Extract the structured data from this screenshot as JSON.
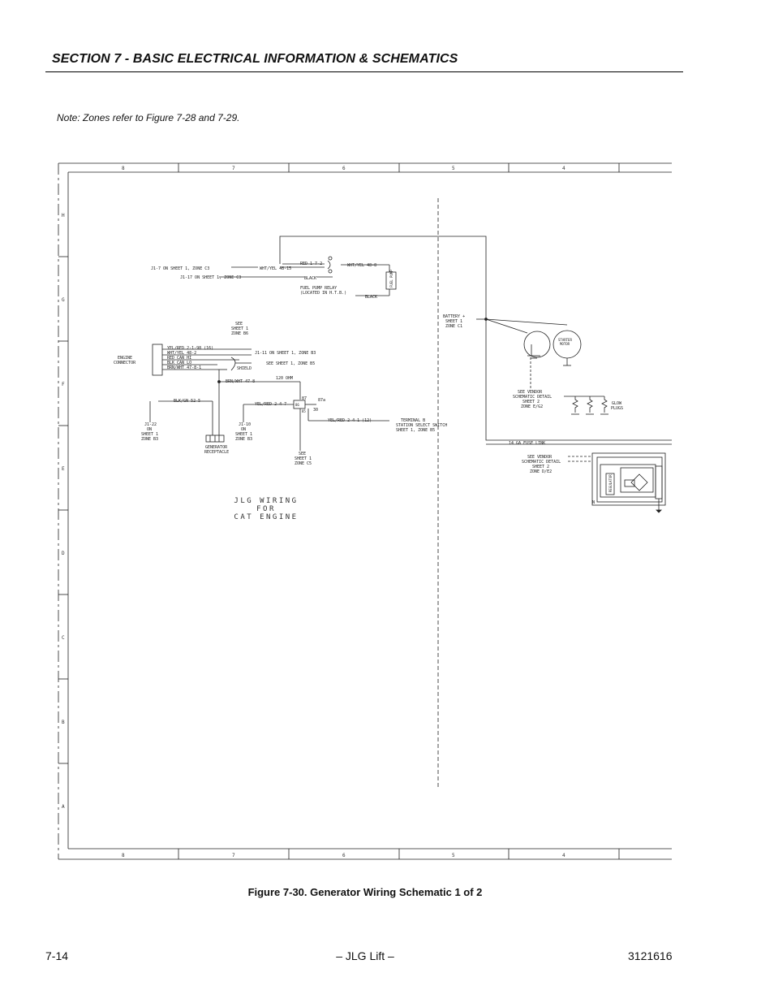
{
  "header": {
    "section_title": "SECTION 7 - BASIC ELECTRICAL INFORMATION & SCHEMATICS"
  },
  "note": "Note: Zones refer to Figure 7-28 and 7-29.",
  "schematic": {
    "col_labels": [
      "8",
      "7",
      "6",
      "5",
      "4"
    ],
    "row_labels": [
      "H",
      "G",
      "F",
      "E",
      "D",
      "C",
      "B",
      "A"
    ],
    "title_lines": [
      "JLG WIRING",
      "FOR",
      "CAT ENGINE"
    ],
    "labels": {
      "j1_7": "J1-7 ON SHEET 1, ZONE C3",
      "j1_17": "J1-17 ON SHEET 1, ZONE C3",
      "wht_yel_48_15": "WHT/YEL 48-15",
      "red_1_7_2": "RED 1-7-2",
      "wht_yel_48_8": "WHT/YEL 48-8",
      "black": "BLACK",
      "fuel_pump_relay": "FUEL PUMP RELAY",
      "fuel_pump_loc": "(LOCATED IN H.T.B.)",
      "black_2": "BLACK",
      "fuel_pump": "FUEL PUMP",
      "battery": "BATTERY +",
      "battery_sheet": "SHEET 1",
      "battery_zone": "ZONE C1",
      "see": "SEE",
      "see_sheet": "SHEET 1",
      "see_zone": "ZONE B6",
      "engine": "ENGINE",
      "connector": "CONNECTOR",
      "pin_1": "YEL/RED 2-1-98 (16)",
      "pin_2": "WHT/YEL 48-2",
      "pin_3": "RED CAN HI",
      "pin_4": "BLK CAN LO",
      "pin_5": "BRN/WHT 47-8-1",
      "j1_11": "J1-11 ON SHEET 1, ZONE B3",
      "see_sheet_b5": "SEE SHEET 1, ZONE B5",
      "shield": "SHIELD",
      "brn_wht_47_8": "BRN/WHT 47-8",
      "ohm_120": "120 OHM",
      "blk_gn": "BLK/GN 52-5",
      "yel_red_2_4_7": "YEL/RED 2-4-7",
      "r87": "87",
      "r87a": "87a",
      "r86": "86",
      "r85": "85",
      "r30": "30",
      "yel_red_2_4_1": "YEL/RED 2-4-1 (12)",
      "j1_22": "J1-22",
      "j1_22_on": "ON",
      "j1_22_sheet": "SHEET 1",
      "j1_22_zone": "ZONE B3",
      "j1_10": "J1-10",
      "j1_10_on": "ON",
      "j1_10_sheet": "SHEET 1",
      "j1_10_zone": "ZONE B3",
      "generator": "GENERATOR",
      "receptacle": "RECEPTACLE",
      "see_sheet1_c5": "SEE",
      "sheet1_c5": "SHEET 1",
      "zone_c5": "ZONE C5",
      "terminal_b": "TERMINAL B",
      "station_select": "STATION SELECT SWITCH",
      "terminal_sheet": "SHEET 1, ZONE B5",
      "starter": "STARTER",
      "motor": "MOTOR",
      "see_vendor": "SEE VENDOR",
      "schem_detail": "SCHEMATIC DETAIL",
      "vendor_sheet": "SHEET 2",
      "vendor_zone": "ZONE E/G2",
      "glow": "GLOW",
      "plugs": "PLUGS",
      "main_line": "14 GA FUSE LINK",
      "see_vendor_2": "SEE VENDOR",
      "schem_detail_2": "SCHEMATIC DETAIL",
      "vendor_sheet_2": "SHEET 2",
      "vendor_zone_2": "ZONE D/E2",
      "regulator": "REGULATOR",
      "n_label": "N"
    }
  },
  "caption": "Figure 7-30.  Generator Wiring Schematic 1 of 2",
  "footer": {
    "page": "7-14",
    "center": "– JLG Lift –",
    "doc": "3121616"
  }
}
